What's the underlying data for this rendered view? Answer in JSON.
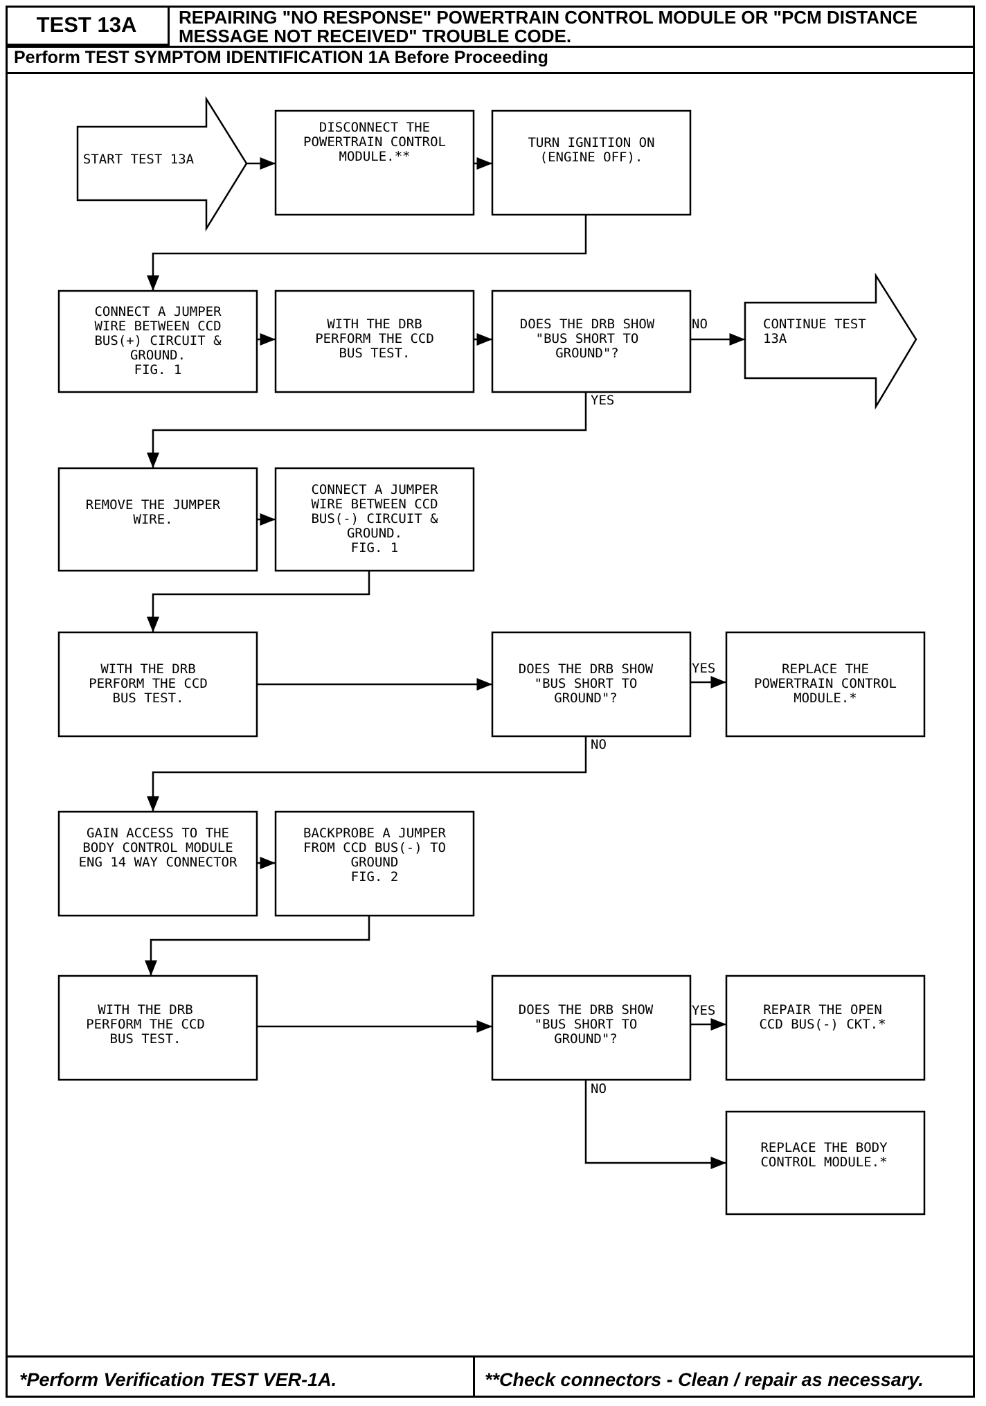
{
  "header": {
    "test_id": "TEST 13A",
    "title_line1": "REPAIRING \"NO RESPONSE\" POWERTRAIN CONTROL MODULE OR \"PCM DISTANCE",
    "title_line2": "MESSAGE NOT RECEIVED\" TROUBLE CODE.",
    "subtitle": "Perform TEST SYMPTOM IDENTIFICATION 1A Before Proceeding"
  },
  "footer": {
    "left": "*Perform Verification TEST VER-1A.",
    "right": "**Check connectors - Clean / repair as necessary."
  },
  "nodes": {
    "start": [
      "START TEST 13A"
    ],
    "disconnect": [
      "DISCONNECT THE",
      "POWERTRAIN CONTROL",
      "MODULE.**"
    ],
    "ignition": [
      "TURN IGNITION ON",
      "(ENGINE OFF)."
    ],
    "jumper_plus": [
      "CONNECT A JUMPER",
      "WIRE BETWEEN CCD",
      "BUS(+) CIRCUIT &",
      "GROUND.",
      "FIG. 1"
    ],
    "drb_test_1": [
      "WITH THE DRB",
      "PERFORM THE CCD",
      "BUS TEST."
    ],
    "decision_1": [
      "DOES THE DRB SHOW",
      "\"BUS SHORT TO",
      "GROUND\"?"
    ],
    "continue": [
      "CONTINUE TEST",
      "13A"
    ],
    "remove_jumper": [
      "REMOVE THE JUMPER",
      "WIRE."
    ],
    "jumper_minus": [
      "CONNECT A JUMPER",
      "WIRE BETWEEN CCD",
      "BUS(-) CIRCUIT &",
      "GROUND.",
      "FIG. 1"
    ],
    "drb_test_2": [
      "WITH THE DRB",
      "PERFORM THE CCD",
      "BUS TEST."
    ],
    "decision_2": [
      "DOES THE DRB SHOW",
      "\"BUS SHORT TO",
      "GROUND\"?"
    ],
    "replace_pcm": [
      "REPLACE THE",
      "POWERTRAIN CONTROL",
      "MODULE.*"
    ],
    "gain_access": [
      "GAIN ACCESS TO THE",
      "BODY CONTROL MODULE",
      "ENG 14 WAY CONNECTOR"
    ],
    "backprobe": [
      "BACKPROBE A JUMPER",
      "FROM CCD BUS(-) TO",
      "GROUND",
      "FIG. 2"
    ],
    "drb_test_3": [
      "WITH THE DRB",
      "PERFORM THE CCD",
      "BUS TEST."
    ],
    "decision_3": [
      "DOES THE DRB SHOW",
      "\"BUS SHORT TO",
      "GROUND\"?"
    ],
    "repair_open": [
      "REPAIR THE OPEN",
      "CCD BUS(-) CKT.*"
    ],
    "replace_bcm": [
      "REPLACE THE BODY",
      "CONTROL MODULE.*"
    ]
  },
  "edge_labels": {
    "d1_no": "NO",
    "d1_yes": "YES",
    "d2_yes": "YES",
    "d2_no": "NO",
    "d3_yes": "YES",
    "d3_no": "NO"
  }
}
